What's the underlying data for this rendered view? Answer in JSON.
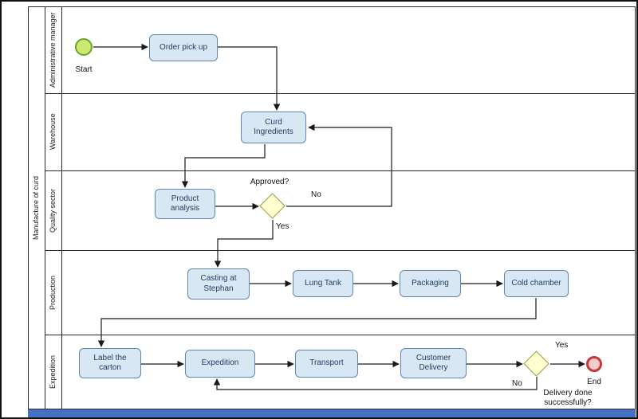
{
  "pool": {
    "title": "Manufacture of curd"
  },
  "lanes": [
    {
      "label": "Administrative manager"
    },
    {
      "label": "Warehouse"
    },
    {
      "label": "Quality sector"
    },
    {
      "label": "Production"
    },
    {
      "label": "Expedition"
    }
  ],
  "events": {
    "start": "Start",
    "end": "End"
  },
  "tasks": {
    "order_pick_up": "Order pick up",
    "curd_ingredients": "Curd Ingredients",
    "product_analysis": "Product analysis",
    "casting_at_stephan": "Casting at Stephan",
    "lung_tank": "Lung Tank",
    "packaging": "Packaging",
    "cold_chamber": "Cold chamber",
    "label_the_carton": "Label the carton",
    "expedition": "Expedition",
    "transport": "Transport",
    "customer_delivery": "Customer Delivery"
  },
  "gateways": {
    "approved_question": "Approved?",
    "delivery_question": "Delivery done successfully?"
  },
  "edge_labels": {
    "approved_yes": "Yes",
    "approved_no": "No",
    "delivery_yes": "Yes",
    "delivery_no": "No"
  },
  "colors": {
    "task_fill": "#d8e7f4",
    "task_border": "#5f88b0",
    "task_text": "#1d3b5e",
    "gateway_fill": "#ffffd0",
    "gateway_border": "#9a9a48",
    "start_fill": "#cde96d",
    "start_border": "#69a32f",
    "end_fill": "#f7caca",
    "end_border": "#c1393b",
    "bottom_bar": "#4471c4"
  }
}
